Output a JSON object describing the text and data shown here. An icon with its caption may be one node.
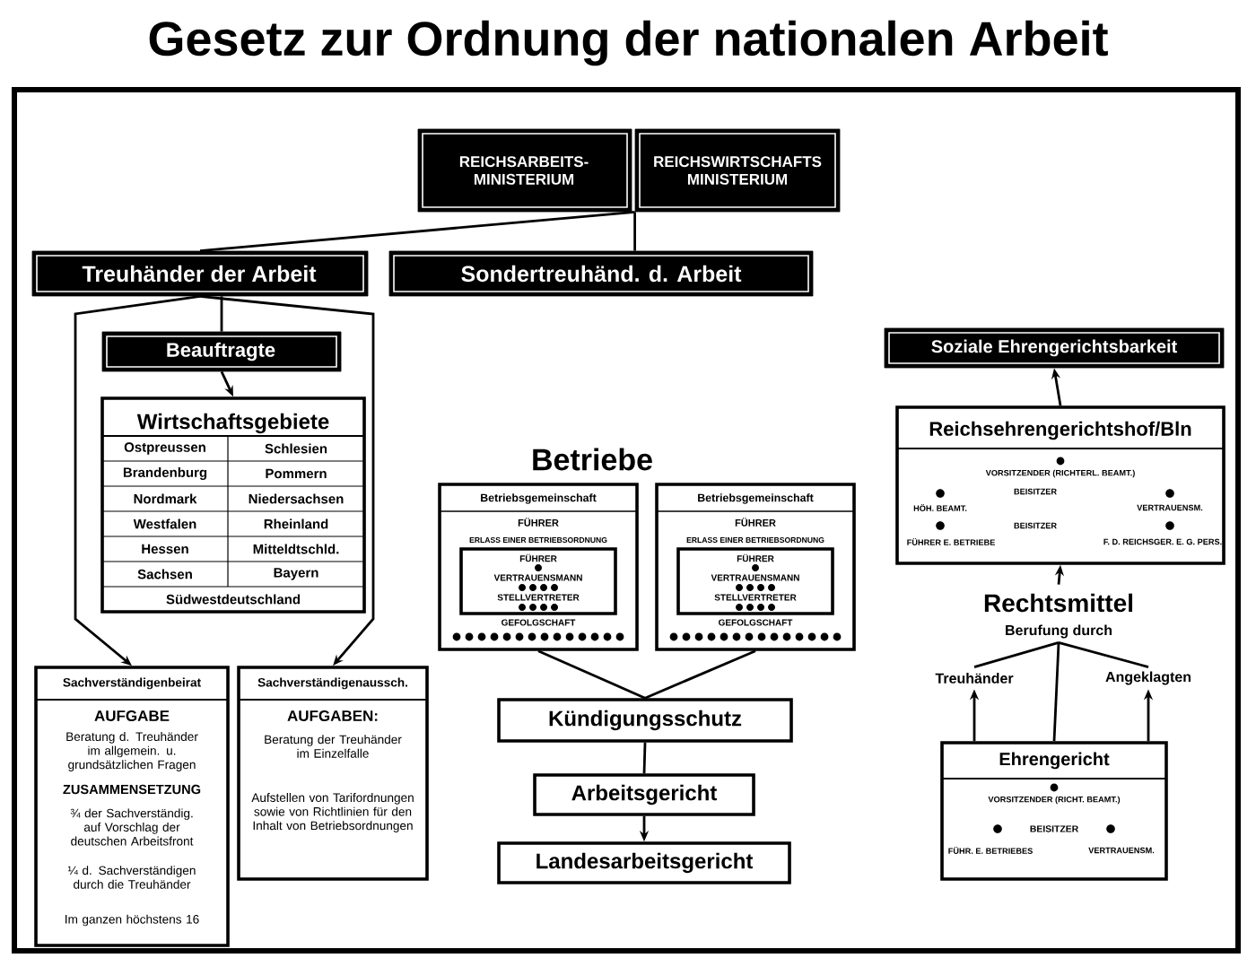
{
  "diagram": {
    "title": "Gesetz zur Ordnung der nationalen Arbeit",
    "nodes": [
      {
        "text": [
          "REICHSARBEITS- MINISTERIUM"
        ]
      },
      {
        "text": [
          "REICHSWIRTSCHAFTS MINISTERIUM"
        ]
      },
      {
        "text": [
          "Treuhänder der Arbeit"
        ]
      },
      {
        "text": [
          "Sondertreuhänd. d. Arbeit"
        ]
      },
      {
        "text": [
          "Beauftragte"
        ]
      },
      {
        "text": [
          "Wirtschaftsgebiete",
          "Ostpreussen",
          "Schlesien",
          "Brandenburg",
          "Pommern",
          "Nordmark",
          "Niedersachsen",
          "Westfalen",
          "Rheinland",
          "Hessen",
          "Mitteldtschld.",
          "Sachsen",
          "Bayern",
          "Südwestdeutschland"
        ]
      },
      {
        "text": [
          "Sachverständigenbeirat",
          "AUFGABE",
          "Beratung d. Treuhänder im allgemein. u. grundsätzlichen Fragen",
          "ZUSAMMENSETZUNG",
          "¾ der Sachverständig. auf Vorschlag der deutschen Arbeitsfront",
          "¼ d. Sachverständigen durch die Treuhänder",
          "Im ganzen höchstens 16"
        ]
      },
      {
        "text": [
          "Sachverständigenaussch.",
          "AUFGABEN:",
          "Beratung der Treuhänder im Einzelfalle",
          "Aufstellen von Tarifordnungen sowie von Richtlinien für den Inhalt von Betriebsordnungen"
        ]
      },
      {
        "text": [
          "Betriebsgemeinschaft",
          "FÜHRER",
          "ERLASS EINER BETRIEBSORDNUNG",
          "GEFOLGSCHAFT"
        ]
      },
      {
        "text": [
          "FÜHRER",
          "VERTRAUENSMANN",
          "STELLVERTRETER"
        ],
        "in": 8
      },
      {
        "text": [
          "Betriebsgemeinschaft",
          "FÜHRER",
          "ERLASS EINER BETRIEBSORDNUNG",
          "GEFOLGSCHAFT"
        ]
      },
      {
        "text": [
          "FÜHRER",
          "VERTRAUENSMANN",
          "STELLVERTRETER"
        ],
        "in": 10
      },
      {
        "text": [
          "Kündigungsschutz"
        ]
      },
      {
        "text": [
          "Arbeitsgericht"
        ]
      },
      {
        "text": [
          "Landesarbeitsgericht"
        ]
      },
      {
        "text": [
          "Soziale Ehrengerichtsbarkeit"
        ]
      },
      {
        "text": [
          "Reichsehrengerichtshof/Bln",
          "VORSITZENDER (RICHTERL. BEAMT.)",
          "BEISITZER",
          "HÖH. BEAMT.",
          "VERTRAUENSM.",
          "BEISITZER",
          "FÜHRER E. BETRIEBE",
          "F. D. REICHSGER. E. G. PERS."
        ]
      },
      {
        "text": [
          "Rechtsmittel",
          "Berufung durch"
        ]
      },
      {
        "text": [
          "Treuhänder"
        ]
      },
      {
        "text": [
          "Angeklagten"
        ]
      },
      {
        "text": [
          "Ehrengericht",
          "VORSITZENDER (RICHT. BEAMT.)",
          "BEISITZER",
          "FÜHR. E. BETRIEBES",
          "VERTRAUENSM."
        ]
      }
    ],
    "edges": [
      {
        "from": 1,
        "to": 2,
        "arrow": "none"
      },
      {
        "from": 1,
        "to": 3,
        "arrow": "none"
      },
      {
        "from": 2,
        "to": 4,
        "arrow": "none"
      },
      {
        "from": 4,
        "to": 5,
        "arrow": "to"
      },
      {
        "from": 2,
        "to": 6,
        "arrow": "to"
      },
      {
        "from": 2,
        "to": 7,
        "arrow": "to"
      },
      {
        "from": 8,
        "to": 12,
        "arrow": "none"
      },
      {
        "from": 10,
        "to": 12,
        "arrow": "none"
      },
      {
        "from": 12,
        "to": 13,
        "arrow": "none"
      },
      {
        "from": 13,
        "to": 14,
        "arrow": "to"
      },
      {
        "from": 16,
        "to": 15,
        "arrow": "to"
      },
      {
        "from": 17,
        "to": 16,
        "arrow": "to"
      },
      {
        "from": 17,
        "to": 18,
        "arrow": "none"
      },
      {
        "from": 17,
        "to": 19,
        "arrow": "none"
      },
      {
        "from": 20,
        "to": 17,
        "arrow": "none"
      },
      {
        "from": 20,
        "to": 18,
        "arrow": "to"
      },
      {
        "from": 20,
        "to": 19,
        "arrow": "to"
      }
    ],
    "labels": [
      "Betriebe"
    ]
  }
}
